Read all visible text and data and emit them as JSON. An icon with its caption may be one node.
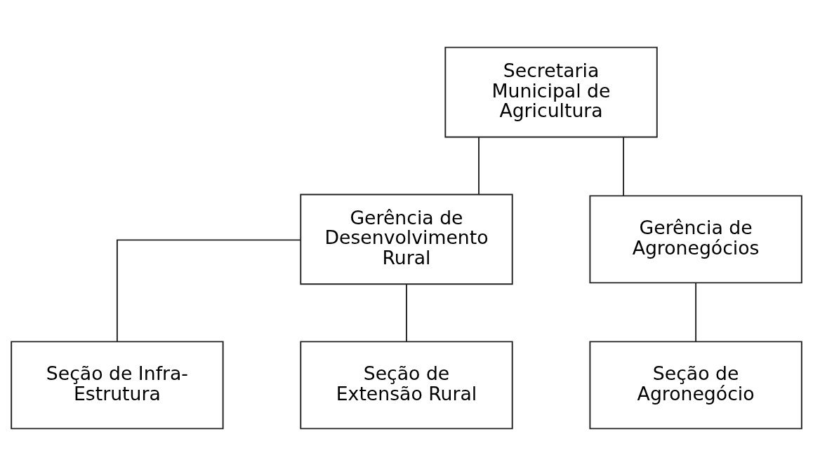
{
  "diagram": {
    "nodes": [
      {
        "text": [
          "Secretaria Municipal de Agricultura"
        ]
      },
      {
        "text": [
          "Gerência de Desenvolvimento Rural"
        ]
      },
      {
        "text": [
          "Gerência de Agronegócios"
        ]
      },
      {
        "text": [
          "Seção de Infra-Estrutura"
        ]
      },
      {
        "text": [
          "Seção de Extensão Rural"
        ]
      },
      {
        "text": [
          "Seção de Agronegócio"
        ]
      }
    ],
    "edges": [
      {
        "from": 0,
        "to": 1,
        "arrow": "none"
      },
      {
        "from": 0,
        "to": 2,
        "arrow": "none"
      },
      {
        "from": 1,
        "to": 3,
        "arrow": "none"
      },
      {
        "from": 1,
        "to": 4,
        "arrow": "none"
      },
      {
        "from": 2,
        "to": 5,
        "arrow": "none"
      }
    ]
  }
}
